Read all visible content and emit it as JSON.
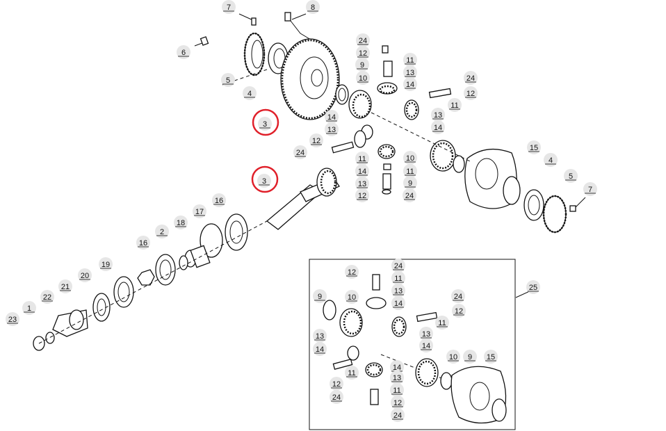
{
  "diagram": {
    "callouts": [
      "7",
      "8",
      "6",
      "5",
      "4",
      "24",
      "12",
      "9",
      "11",
      "13",
      "14",
      "10",
      "24",
      "12",
      "11",
      "13",
      "14",
      "3",
      "14",
      "13",
      "12",
      "24",
      "11",
      "10",
      "14",
      "15",
      "11",
      "13",
      "4",
      "9",
      "12",
      "24",
      "5",
      "7",
      "3",
      "16",
      "17",
      "18",
      "2",
      "16",
      "19",
      "20",
      "21",
      "22",
      "1",
      "23",
      "12",
      "24",
      "11",
      "13",
      "9",
      "10",
      "14",
      "24",
      "12",
      "11",
      "13",
      "14",
      "13",
      "14",
      "11",
      "10",
      "9",
      "15",
      "14",
      "13",
      "12",
      "11",
      "24",
      "12",
      "24",
      "25"
    ],
    "highlighted": [
      "3",
      "3"
    ]
  }
}
